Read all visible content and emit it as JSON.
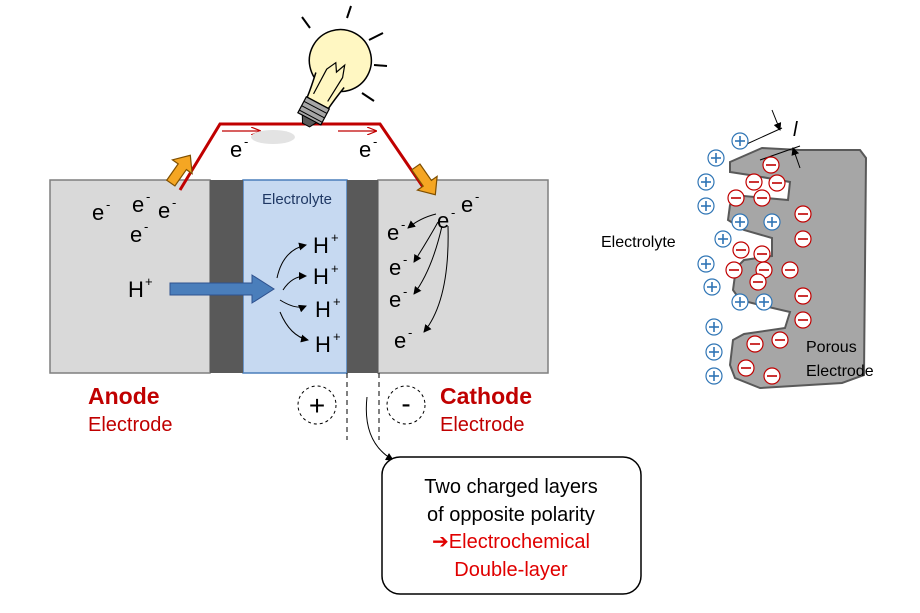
{
  "labels": {
    "electrolyte_box": "Electrolyte",
    "anode_title": "Anode",
    "anode_sub": "Electrode",
    "cathode_title": "Cathode",
    "cathode_sub": "Electrode",
    "plus": "+",
    "minus": "-",
    "h_plus": "H",
    "sup_plus": "+",
    "e": "e",
    "sup_minus": "-",
    "callout_line1": "Two charged layers",
    "callout_line2": "of opposite polarity",
    "callout_line3": "➔Electrochemical",
    "callout_line4": "Double-layer",
    "right_electrolyte": "Electrolyte",
    "porous_line1": "Porous",
    "porous_line2": "Electrode",
    "thickness_symbol": "l"
  },
  "colors": {
    "accent_red": "#c00000",
    "callout_red": "#e00000",
    "anode_fill": "#d9d9d9",
    "electrolyte_fill": "#c6d9f1",
    "separator_fill": "#595959",
    "wire": "#c00000",
    "arrow_orange": "#f5a623",
    "h_arrow_blue": "#4a7ebb",
    "ion_plus": "#2f75b5",
    "ion_minus": "#c00000",
    "porous_fill": "#a6a6a6"
  },
  "icons": [
    "light-bulb-icon",
    "orange-arrow-icon",
    "blue-arrow-icon"
  ]
}
